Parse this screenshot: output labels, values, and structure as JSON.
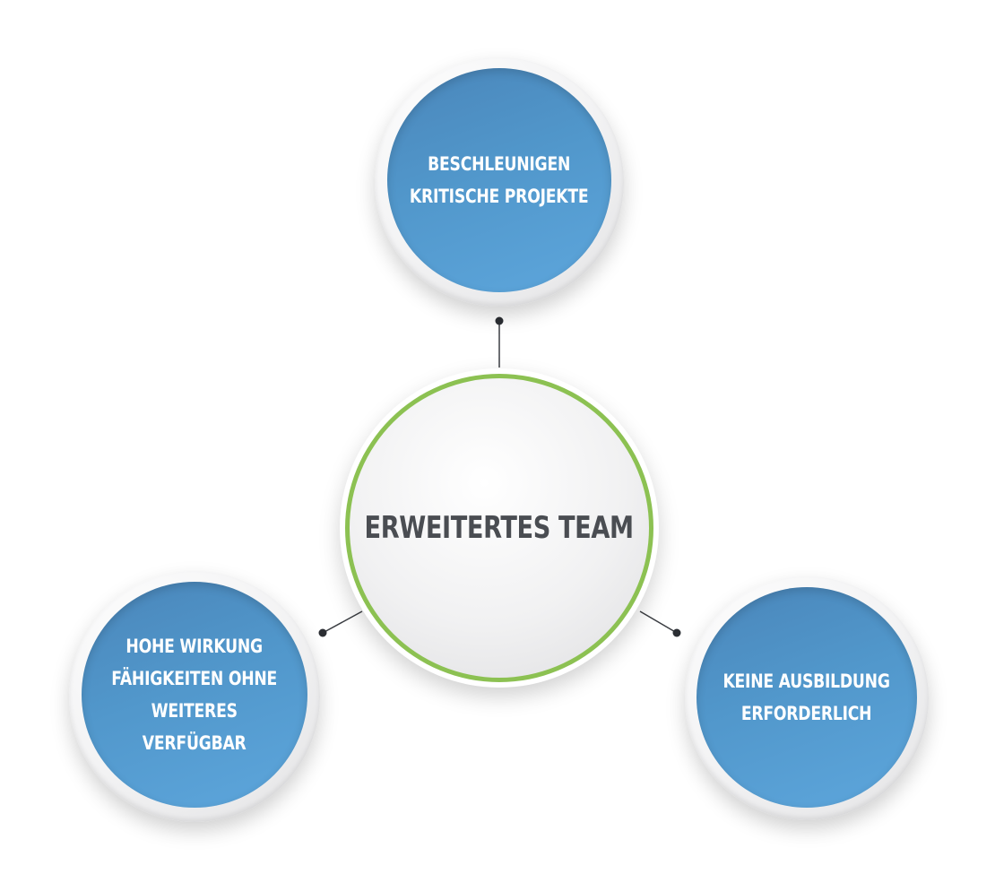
{
  "center": {
    "label": "ERWEITERTES TEAM",
    "ring_color": "#8cc152",
    "text_color": "#4a4d52"
  },
  "nodes": [
    {
      "id": "top",
      "label": "BESCHLEUNIGEN\nKRITISCHE PROJEKTE"
    },
    {
      "id": "left",
      "label": "HOHE WIRKUNG\nFÄHIGKEITEN OHNE\nWEITERES\nVERFÜGBAR"
    },
    {
      "id": "right",
      "label": "KEINE AUSBILDUNG\nERFORDERLICH"
    }
  ],
  "colors": {
    "node_fill": "#5197cb",
    "connector": "#3a3d42"
  }
}
